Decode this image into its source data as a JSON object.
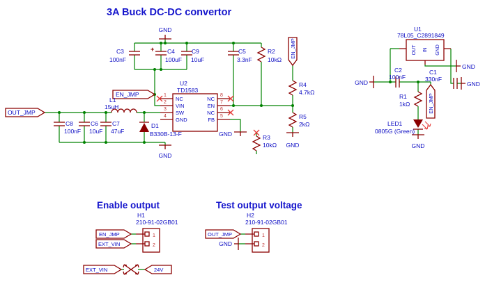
{
  "title": "3A Buck DC-DC convertor",
  "headings": {
    "enable": "Enable output",
    "test": "Test output voltage"
  },
  "nets": {
    "gnd": "GND",
    "en_jmp": "EN_JMP",
    "out_jmp": "OUT_JMP",
    "ext_vin": "EXT_VIN",
    "v24": "24V"
  },
  "components": {
    "c3": {
      "ref": "C3",
      "value": "100nF"
    },
    "c4": {
      "ref": "C4",
      "value": "100uF",
      "polarity": "+"
    },
    "c9": {
      "ref": "C9",
      "value": "10uF"
    },
    "c5": {
      "ref": "C5",
      "value": "3.3nF"
    },
    "r2": {
      "ref": "R2",
      "value": "10kΩ"
    },
    "l1": {
      "ref": "L1",
      "value": "15uH"
    },
    "d1": {
      "ref": "D1",
      "value": "B330B-13-F"
    },
    "c8": {
      "ref": "C8",
      "value": "100nF"
    },
    "c6": {
      "ref": "C6",
      "value": "10uF"
    },
    "c7": {
      "ref": "C7",
      "value": "47uF"
    },
    "r3": {
      "ref": "R3",
      "value": "10kΩ"
    },
    "r4": {
      "ref": "R4",
      "value": "4.7kΩ"
    },
    "r5": {
      "ref": "R5",
      "value": "2kΩ"
    },
    "u2": {
      "ref": "U2",
      "value": "TD1583"
    },
    "u1": {
      "ref": "U1",
      "value": "78L05_C2891849"
    },
    "c2": {
      "ref": "C2",
      "value": "100nF"
    },
    "c1": {
      "ref": "C1",
      "value": "330nF"
    },
    "r1": {
      "ref": "R1",
      "value": "1kΩ"
    },
    "led1": {
      "ref": "LED1",
      "value": "0805G (Green)"
    },
    "h1": {
      "ref": "H1",
      "value": "210-91-02GB01"
    },
    "h2": {
      "ref": "H2",
      "value": "210-91-02GB01"
    }
  },
  "u2_pins": {
    "left": [
      {
        "num": "1",
        "name": "NC"
      },
      {
        "num": "2",
        "name": "VIN"
      },
      {
        "num": "3",
        "name": "SW"
      },
      {
        "num": "4",
        "name": "GND"
      }
    ],
    "right": [
      {
        "num": "8",
        "name": "NC"
      },
      {
        "num": "7",
        "name": "EN"
      },
      {
        "num": "6",
        "name": "NC"
      },
      {
        "num": "5",
        "name": "FB"
      }
    ]
  },
  "u1_pins": {
    "out": "OUT",
    "in": "IN",
    "gnd": "GND"
  },
  "h_pins": {
    "p1": "1",
    "p2": "2"
  },
  "colors": {
    "wire": "#008200",
    "component": "#8b0000",
    "label_blue": "#0d0dc4",
    "title_blue": "#1515cc",
    "pin_number": "#c03333",
    "no_connect_x": "#e53935",
    "background": "#ffffff"
  }
}
